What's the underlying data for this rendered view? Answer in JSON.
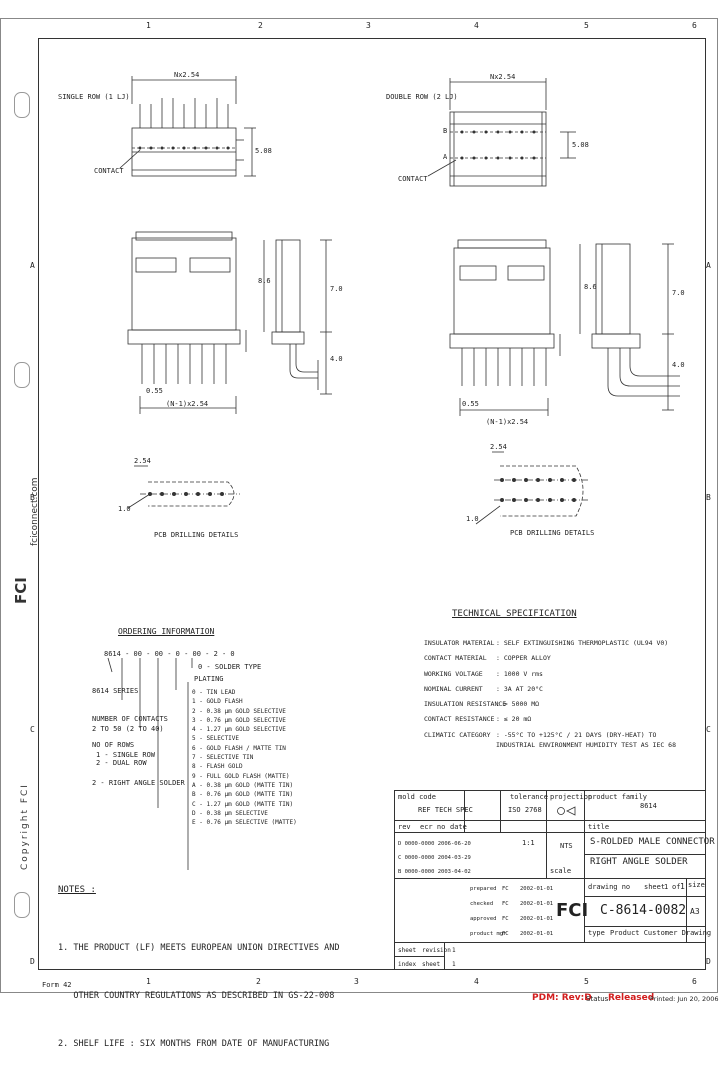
{
  "frame": {
    "top_cols": [
      "1",
      "2",
      "3",
      "4",
      "5",
      "6"
    ],
    "bottom_cols": [
      "1",
      "2",
      "3",
      "4",
      "5",
      "6"
    ],
    "left_rows": [
      "A",
      "B",
      "C",
      "D"
    ],
    "right_rows": [
      "A",
      "B",
      "C",
      "D"
    ]
  },
  "side": {
    "website": "fciconnect.com",
    "copyright": "Copyright FCI",
    "logo": "FCI"
  },
  "views": {
    "single_row": "SINGLE ROW (1 LJ)",
    "double_row": "DOUBLE ROW (2 LJ)",
    "contact": "CONTACT",
    "pitch_top": "Nx2.54",
    "pitch_bottom": "(N-1)x2.54",
    "pin_size": "0.55",
    "dim_top": "5.08",
    "dim_a": "8.6",
    "dim_b": "7.0",
    "dim_c": "4.0",
    "pcb_single": "PCB DRILLING DETAILS",
    "pcb_double": "PCB DRILLING DETAILS",
    "drill_pitch": "2.54",
    "drill_hole": "1.0",
    "row_a": "A",
    "row_b": "B"
  },
  "ordering": {
    "title": "ORDERING INFORMATION",
    "code": "8614 - 00 - 00 - 0 - 00 - 2 - 0",
    "series_label": "8614 SERIES",
    "no_contacts": "NUMBER OF CONTACTS",
    "contacts_range": "2 TO 50 (2 TO 40)",
    "rows_label": "NO OF ROWS",
    "rows": [
      "1 - SINGLE ROW",
      "2 - DUAL ROW"
    ],
    "right_angle": "2 - RIGHT ANGLE SOLDER",
    "finish_label": "PLATING",
    "finish": [
      "0 - TIN LEAD",
      "1 - GOLD FLASH",
      "2 - 0.38 µm GOLD SELECTIVE",
      "3 - 0.76 µm GOLD SELECTIVE",
      "4 - 1.27 µm GOLD SELECTIVE",
      "5 - SELECTIVE",
      "6 - GOLD FLASH / MATTE TIN",
      "7 - SELECTIVE TIN",
      "8 - FLASH GOLD",
      "9 - FULL GOLD FLASH (MATTE)",
      "A - 0.38 µm GOLD (MATTE TIN)",
      "B - 0.76 µm GOLD (MATTE TIN)",
      "C - 1.27 µm GOLD (MATTE TIN)",
      "D - 0.38 µm SELECTIVE",
      "E - 0.76 µm SELECTIVE (MATTE)"
    ],
    "solder_label": "0 - SOLDER TYPE"
  },
  "spec": {
    "title": "TECHNICAL SPECIFICATION",
    "rows": [
      {
        "k": "INSULATOR MATERIAL",
        "v": ": SELF EXTINGUISHING THERMOPLASTIC (UL94 V0)"
      },
      {
        "k": "CONTACT MATERIAL",
        "v": ": COPPER ALLOY"
      },
      {
        "k": "WORKING VOLTAGE",
        "v": ": 1000 V rms"
      },
      {
        "k": "NOMINAL CURRENT",
        "v": ": 3A AT 20°C"
      },
      {
        "k": "INSULATION RESISTANCE",
        "v": ": > 5000 MΩ"
      },
      {
        "k": "CONTACT RESISTANCE",
        "v": ": ≤ 20 mΩ"
      },
      {
        "k": "CLIMATIC CATEGORY",
        "v": ": -55°C TO +125°C / 21 DAYS (DRY-HEAT) TO"
      },
      {
        "k": "",
        "v": "INDUSTRIAL ENVIRONMENT HUMIDITY TEST AS IEC 68"
      }
    ]
  },
  "notes": {
    "title": "NOTES :",
    "items": [
      "1. THE PRODUCT (LF) MEETS EUROPEAN UNION DIRECTIVES AND",
      "   OTHER COUNTRY REGULATIONS AS DESCRIBED IN GS-22-008",
      "2. SHELF LIFE : SIX MONTHS FROM DATE OF MANUFACTURING"
    ]
  },
  "titleblock": {
    "mold_label": "mold code",
    "mold_value": "REF TECH SPEC",
    "tolerance_label": "tolerance",
    "tolerance_value": "ISO 2768",
    "projection_label": "projection",
    "family_label": "product family",
    "family_value": "8614",
    "title_label": "title",
    "title_line1": "S-ROLDED MALE CONNECTOR",
    "title_line2": "RIGHT ANGLE SOLDER",
    "scale_label": "scale",
    "scale_value": "1:1",
    "scale_value2": "NTS",
    "drawing_no_label": "drawing no",
    "drawing_no": "C-8614-0082",
    "sheet_label": "sheet",
    "sheet_value": "1",
    "of_label": "of",
    "of_value": "1",
    "size_label": "size",
    "size_value": "A3",
    "type_label": "type",
    "type_value": "Product Customer Drawing",
    "rev_header": [
      "rev",
      "ecr no",
      "date"
    ],
    "rev_rows": [
      [
        "D",
        "0000-0000",
        "2006-06-20"
      ],
      [
        "C",
        "0000-0000",
        "2004-03-29"
      ],
      [
        "B",
        "0000-0000",
        "2003-04-02"
      ]
    ],
    "approval_rows": [
      [
        "prepared",
        "FC",
        "2002-01-01"
      ],
      [
        "checked",
        "FC",
        "2002-01-01"
      ],
      [
        "approved",
        "FC",
        "2002-01-01"
      ],
      [
        "product mgr",
        "FC",
        "2002-01-01"
      ]
    ],
    "sheet_rows": [
      [
        "sheet",
        "revision",
        "1"
      ],
      [
        "index",
        "sheet",
        "1"
      ]
    ]
  },
  "footer": {
    "form": "Form 42",
    "pdm": "PDM: Rev:D",
    "status_label": "Status:",
    "status_value": "Released",
    "printed": "Printed: Jun 20, 2006"
  }
}
